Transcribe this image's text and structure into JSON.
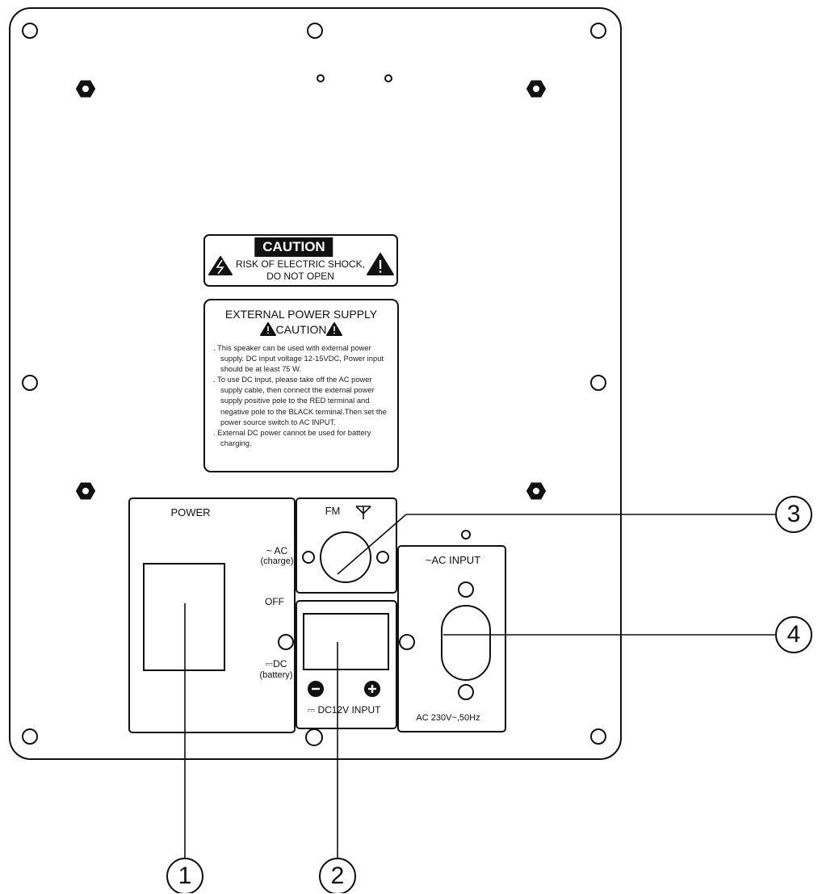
{
  "caution_label": {
    "badge": "CAUTION",
    "line1": "RISK OF ELECTRIC SHOCK,",
    "line2": "DO NOT OPEN"
  },
  "external_power_label": {
    "title": "EXTERNAL POWER SUPPLY",
    "caution": "CAUTION",
    "items": [
      ". This speaker can be used with external power supply. DC input voltage 12-15VDC, Power input should be at least 75 W.",
      ". To use DC input, please take off the AC power supply cable, then connect the external power supply positive pole to the RED terminal and negative pole to the BLACK terminal.Then set the power source switch to AC INPUT.",
      ". External DC power cannot be used for battery charging."
    ]
  },
  "power_panel": {
    "title": "POWER",
    "ac_label": "~ AC",
    "ac_sub": "(charge)",
    "off_label": "OFF",
    "dc_label": "⎓DC",
    "dc_sub": "(battery)"
  },
  "fm_panel": {
    "title": "FM"
  },
  "dc_input_panel": {
    "title": "⎓ DC12V INPUT",
    "minus": "−",
    "plus": "+"
  },
  "ac_input_panel": {
    "title": "~AC  INPUT",
    "rating": "AC 230V~,50Hz"
  },
  "callouts": [
    "1",
    "2",
    "3",
    "4"
  ]
}
